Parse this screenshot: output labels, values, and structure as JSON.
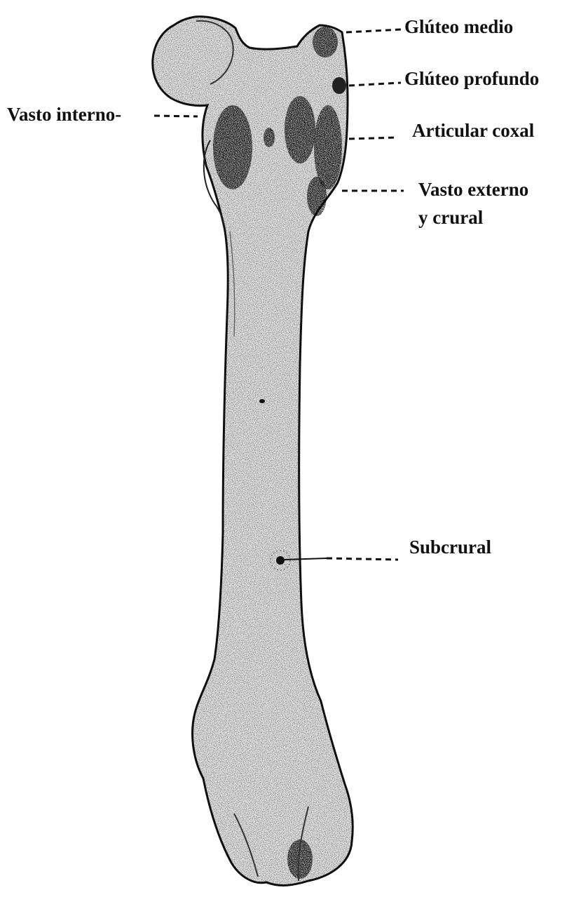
{
  "labels": {
    "gluteo_medio": "Glúteo medio",
    "gluteo_profundo": "Glúteo profundo",
    "vasto_interno": "Vasto interno-",
    "articular_coxal": "Articular coxal",
    "vasto_externo_line1": "Vasto externo",
    "vasto_externo_line2": "y crural",
    "subcrural": "Subcrural"
  },
  "colors": {
    "background": "#ffffff",
    "bone_fill": "#e9e9e9",
    "outline": "#111111",
    "muscle_area": "#5a5a5a"
  }
}
